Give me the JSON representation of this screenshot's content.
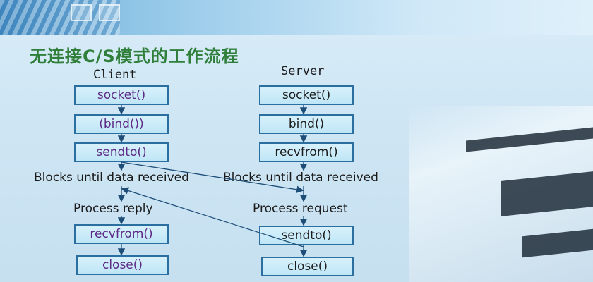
{
  "title": "无连接C/S模式的工作流程",
  "client": {
    "header": "Client",
    "steps": [
      "socket()",
      "(bind())",
      "sendto()"
    ],
    "wait": "Blocks until data received",
    "process": "Process reply",
    "steps2": [
      "recvfrom()",
      "close()"
    ]
  },
  "server": {
    "header": "Server",
    "steps": [
      "socket()",
      "bind()",
      "recvfrom()"
    ],
    "wait": "Blocks until data received",
    "process": "Process request",
    "steps2": [
      "sendto()",
      "close()"
    ]
  },
  "colors": {
    "title": "#2f7f3b",
    "client_text": "#5c2a86",
    "box_border": "#2a6fa0",
    "box_fill": "#c9eaf8",
    "line": "#1e4e78"
  }
}
